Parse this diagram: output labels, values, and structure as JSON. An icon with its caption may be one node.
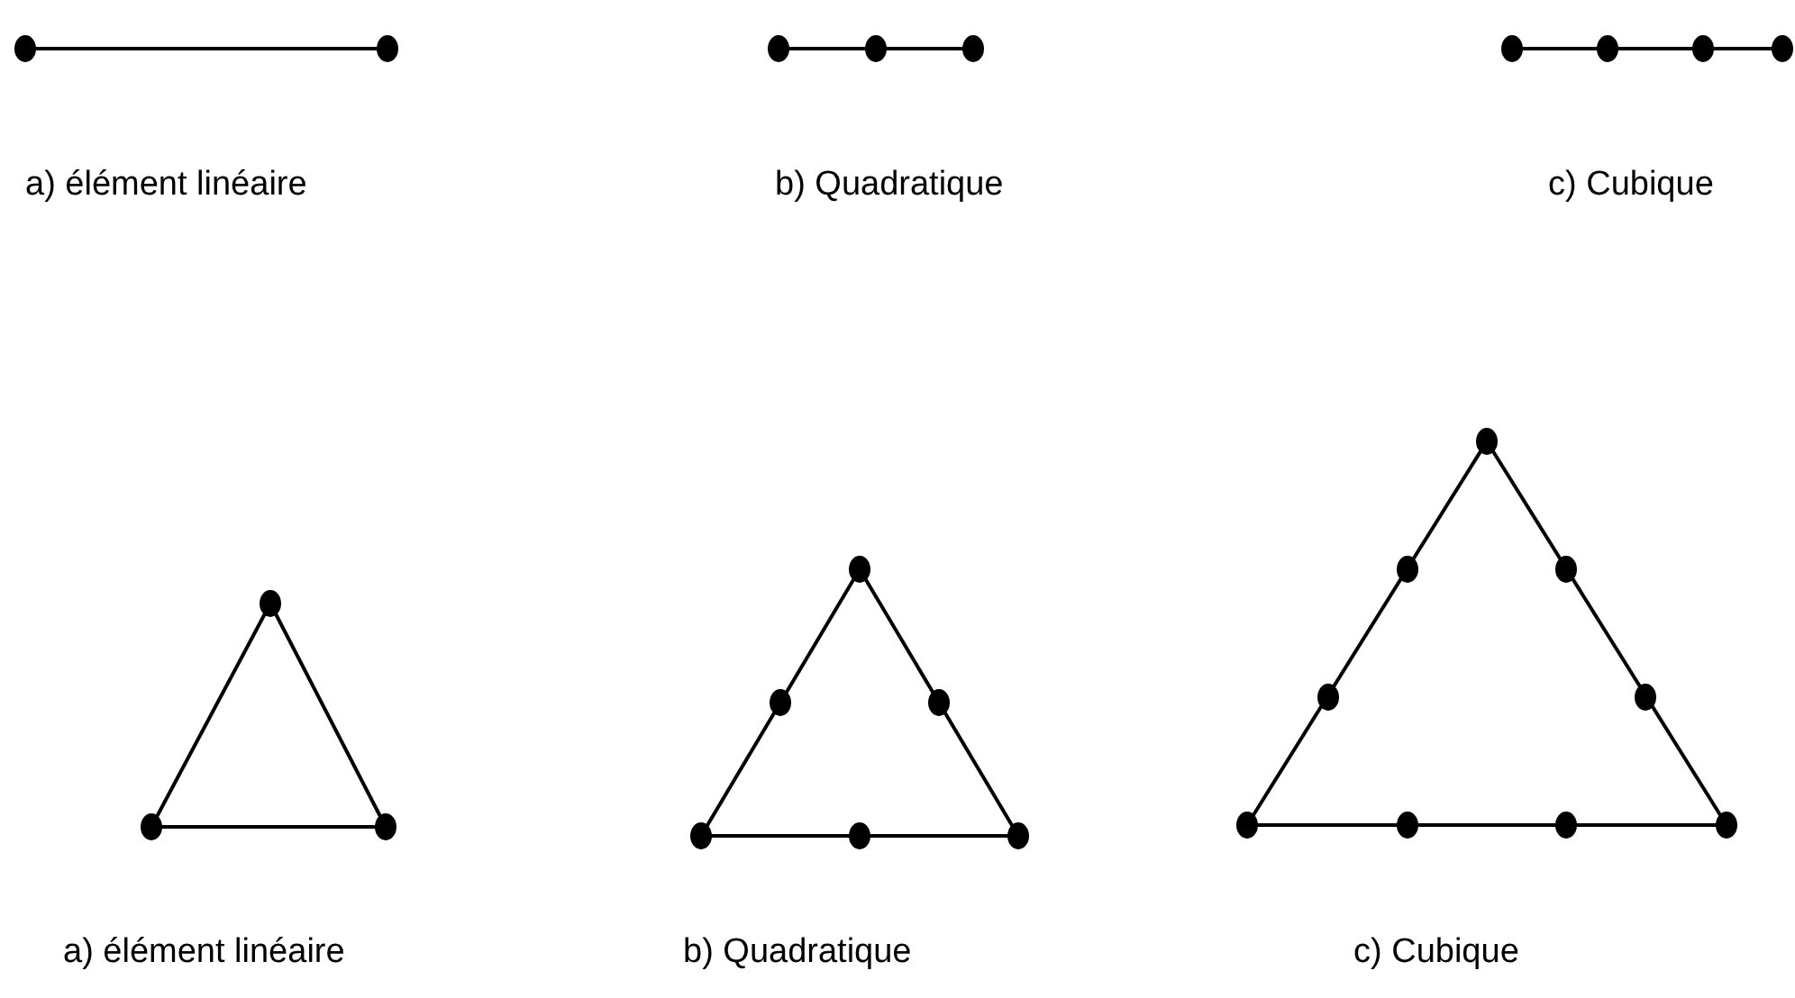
{
  "diagram": {
    "labels": [
      "a) élément linéaire",
      "b) Quadratique",
      "c) Cubique",
      "a) élément linéaire",
      "b) Quadratique",
      "c) Cubique"
    ]
  }
}
